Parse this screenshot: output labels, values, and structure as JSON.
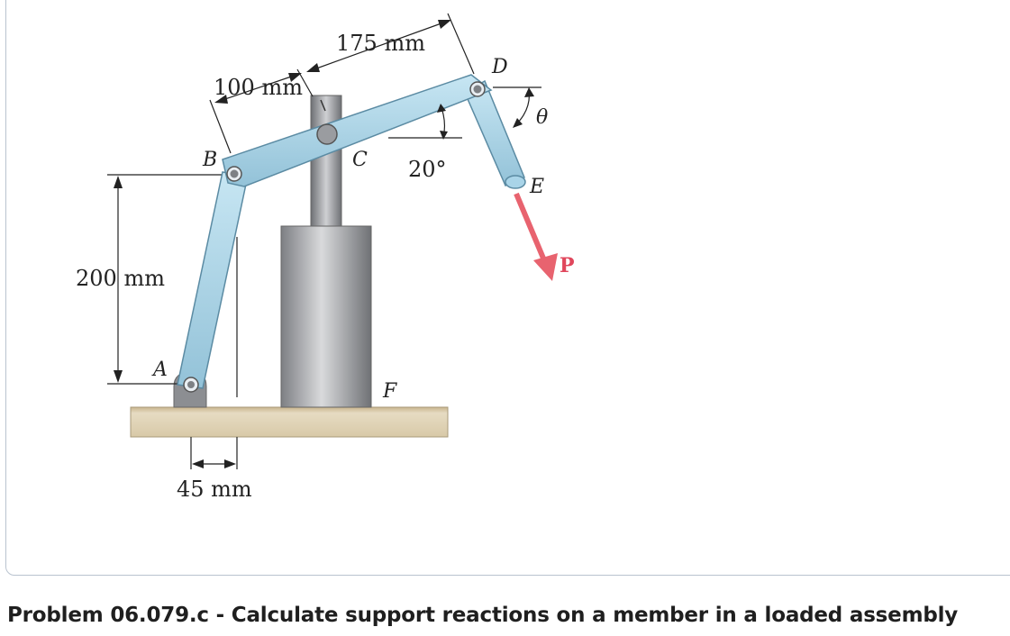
{
  "figure": {
    "points": {
      "a": "A",
      "b": "B",
      "c": "C",
      "d": "D",
      "e": "E",
      "f": "F"
    },
    "dimensions": {
      "d200": "200 mm",
      "d100": "100 mm",
      "d175": "175 mm",
      "d45": "45 mm"
    },
    "angles": {
      "alpha": "20°",
      "theta": "θ"
    },
    "load": "P",
    "colors": {
      "link": "#a9d4e8",
      "link_edge": "#5b8ba3",
      "load": "#e8636f",
      "ground": "#dccfb2",
      "post": "#a7a9ad"
    }
  },
  "caption": "Problem 06.079.c - Calculate support reactions on a member in a loaded assembly"
}
